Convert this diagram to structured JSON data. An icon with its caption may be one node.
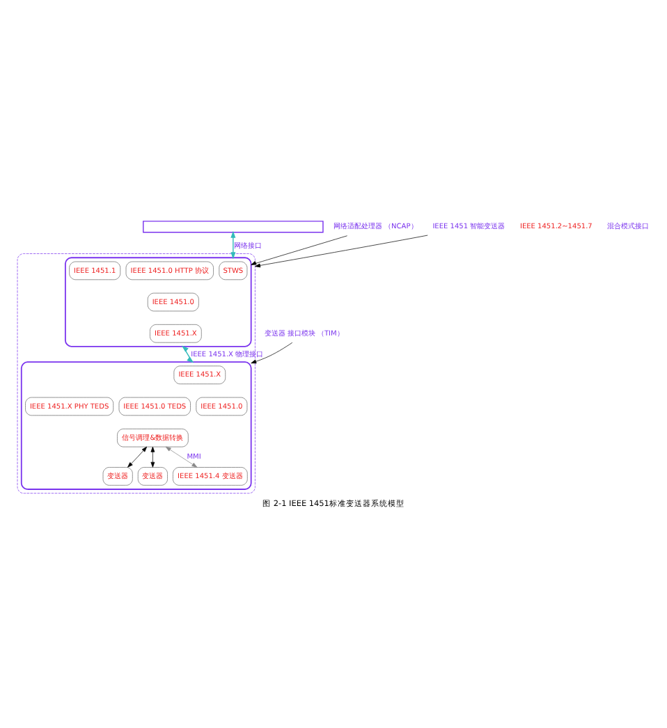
{
  "diagram": {
    "caption": "图 2-1 IEEE 1451标准变送器系统模型",
    "nodes": [
      {
        "text": [],
        "shape": "bar"
      },
      {
        "text": [],
        "shape": "box"
      },
      {
        "text": [],
        "shape": "box",
        "in": 1
      },
      {
        "text": [
          "STWS"
        ],
        "in": 2
      },
      {
        "text": [
          "IEEE 1451.0 HTTP 协议"
        ],
        "in": 2
      },
      {
        "text": [
          "IEEE 1451.1"
        ],
        "in": 2
      },
      {
        "text": [
          "IEEE 1451.0"
        ],
        "in": 2
      },
      {
        "text": [
          "IEEE 1451.X"
        ],
        "in": 2
      },
      {
        "text": [],
        "shape": "box",
        "in": 1
      },
      {
        "text": [
          "IEEE 1451.X"
        ],
        "in": 8
      },
      {
        "text": [
          "IEEE 1451.0 TEDS"
        ],
        "in": 8
      },
      {
        "text": [
          "IEEE 1451.0"
        ],
        "in": 8
      },
      {
        "text": [
          "IEEE 1451.X PHY TEDS"
        ],
        "in": 8
      },
      {
        "text": [
          "信号调理&数据转换"
        ],
        "in": 8
      },
      {
        "text": [
          "IEEE 1451.4 变送器"
        ],
        "in": 8
      },
      {
        "text": [
          "变送器"
        ],
        "in": 8
      },
      {
        "text": [
          "变送器"
        ],
        "in": 8
      },
      {
        "text": [
          "网络适配处理器 （NCAP）"
        ]
      },
      {
        "text": [
          "IEEE 1451 智能变送器"
        ]
      },
      {
        "text": [
          "变送器 接口模块 （TIM）"
        ]
      }
    ],
    "edges": [
      {
        "from": 0,
        "to": 2,
        "arrow": "both",
        "label": "网络接口",
        "color": "#33bbbb"
      },
      {
        "from": 2,
        "to": 8,
        "arrow": "both",
        "label": "IEEE 1451.X 物理接口",
        "color": "#33bbbb"
      },
      {
        "from": 14,
        "to": 13,
        "arrow": "both",
        "label": "MMI",
        "color": "#888888"
      },
      {
        "from": 13,
        "to": 15,
        "arrow": "both"
      },
      {
        "from": 13,
        "to": 16,
        "arrow": "both"
      },
      {
        "from": 17,
        "to": 2,
        "arrow": "to"
      },
      {
        "from": 18,
        "to": 1,
        "arrow": "to"
      },
      {
        "from": 19,
        "to": 8,
        "arrow": "to"
      }
    ],
    "labels": [
      "IEEE 1451.2~1451.7",
      "混合模式接口"
    ]
  }
}
